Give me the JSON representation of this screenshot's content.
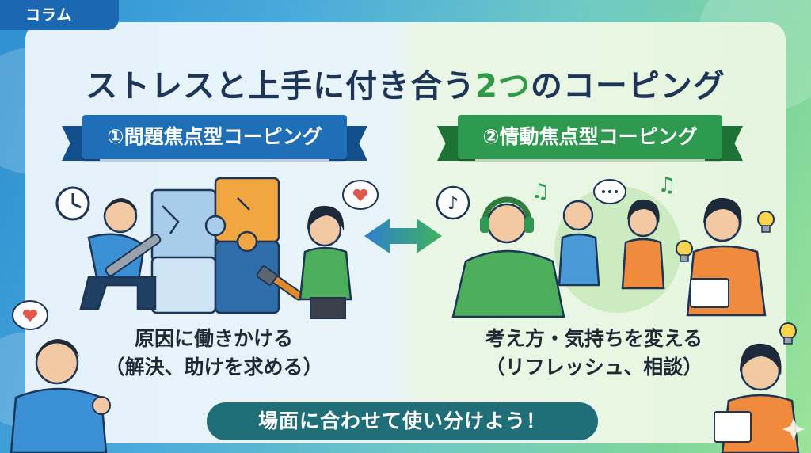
{
  "tag": "コラム",
  "title": {
    "main": "ストレスと上手に付き合う",
    "accent": "2つ",
    "tail": "のコーピング"
  },
  "left": {
    "heading": "①問題焦点型コーピング",
    "caption_line1": "原因に働きかける",
    "caption_line2": "（解決、助けを求める）"
  },
  "right": {
    "heading": "②情動焦点型コーピング",
    "caption_line1": "考え方・気持ちを変える",
    "caption_line2": "（リフレッシュ、相談）"
  },
  "footer": "場面に合わせて使い分けよう！",
  "icons": [
    "clock-icon",
    "heart-bubble-icon",
    "music-note-icon",
    "speech-bubble-icon",
    "lightbulb-icon",
    "double-arrow-icon",
    "wrench-icon",
    "hammer-icon",
    "puzzle-icon",
    "sparkle-icon"
  ],
  "colors": {
    "tag": "#1b67b1",
    "ribbon_left": "#1e6fb8",
    "ribbon_right": "#2e9a4f",
    "footer": "#1f6e78",
    "title": "#1d3557"
  }
}
